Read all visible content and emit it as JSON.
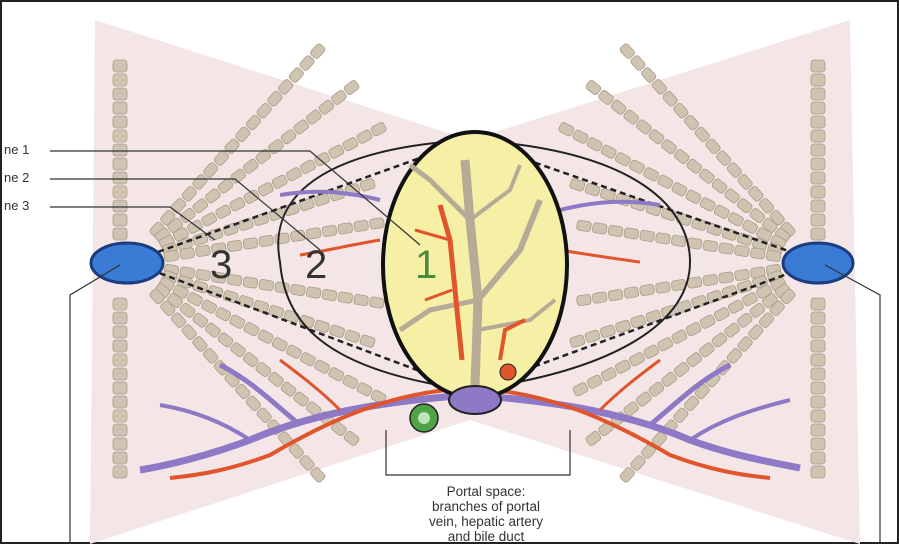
{
  "diagram": {
    "zone_labels": [
      "ne 1",
      "ne 2",
      "ne 3"
    ],
    "zone_numbers": [
      "3",
      "2",
      "1"
    ],
    "caption_lines": [
      "Portal space:",
      "branches of portal",
      "vein, hepatic artery",
      "and bile duct"
    ],
    "colors": {
      "background": "#f6ecec",
      "cords": "#cfc4b2",
      "zone1_fill": "#f6efa6",
      "portal_vein": "#8d79c5",
      "hepatic_artery": "#e0552b",
      "bile_duct": "#4fa44a",
      "central_vein": "#3a7bd5",
      "biliary_tree": "#b7ab98"
    }
  }
}
